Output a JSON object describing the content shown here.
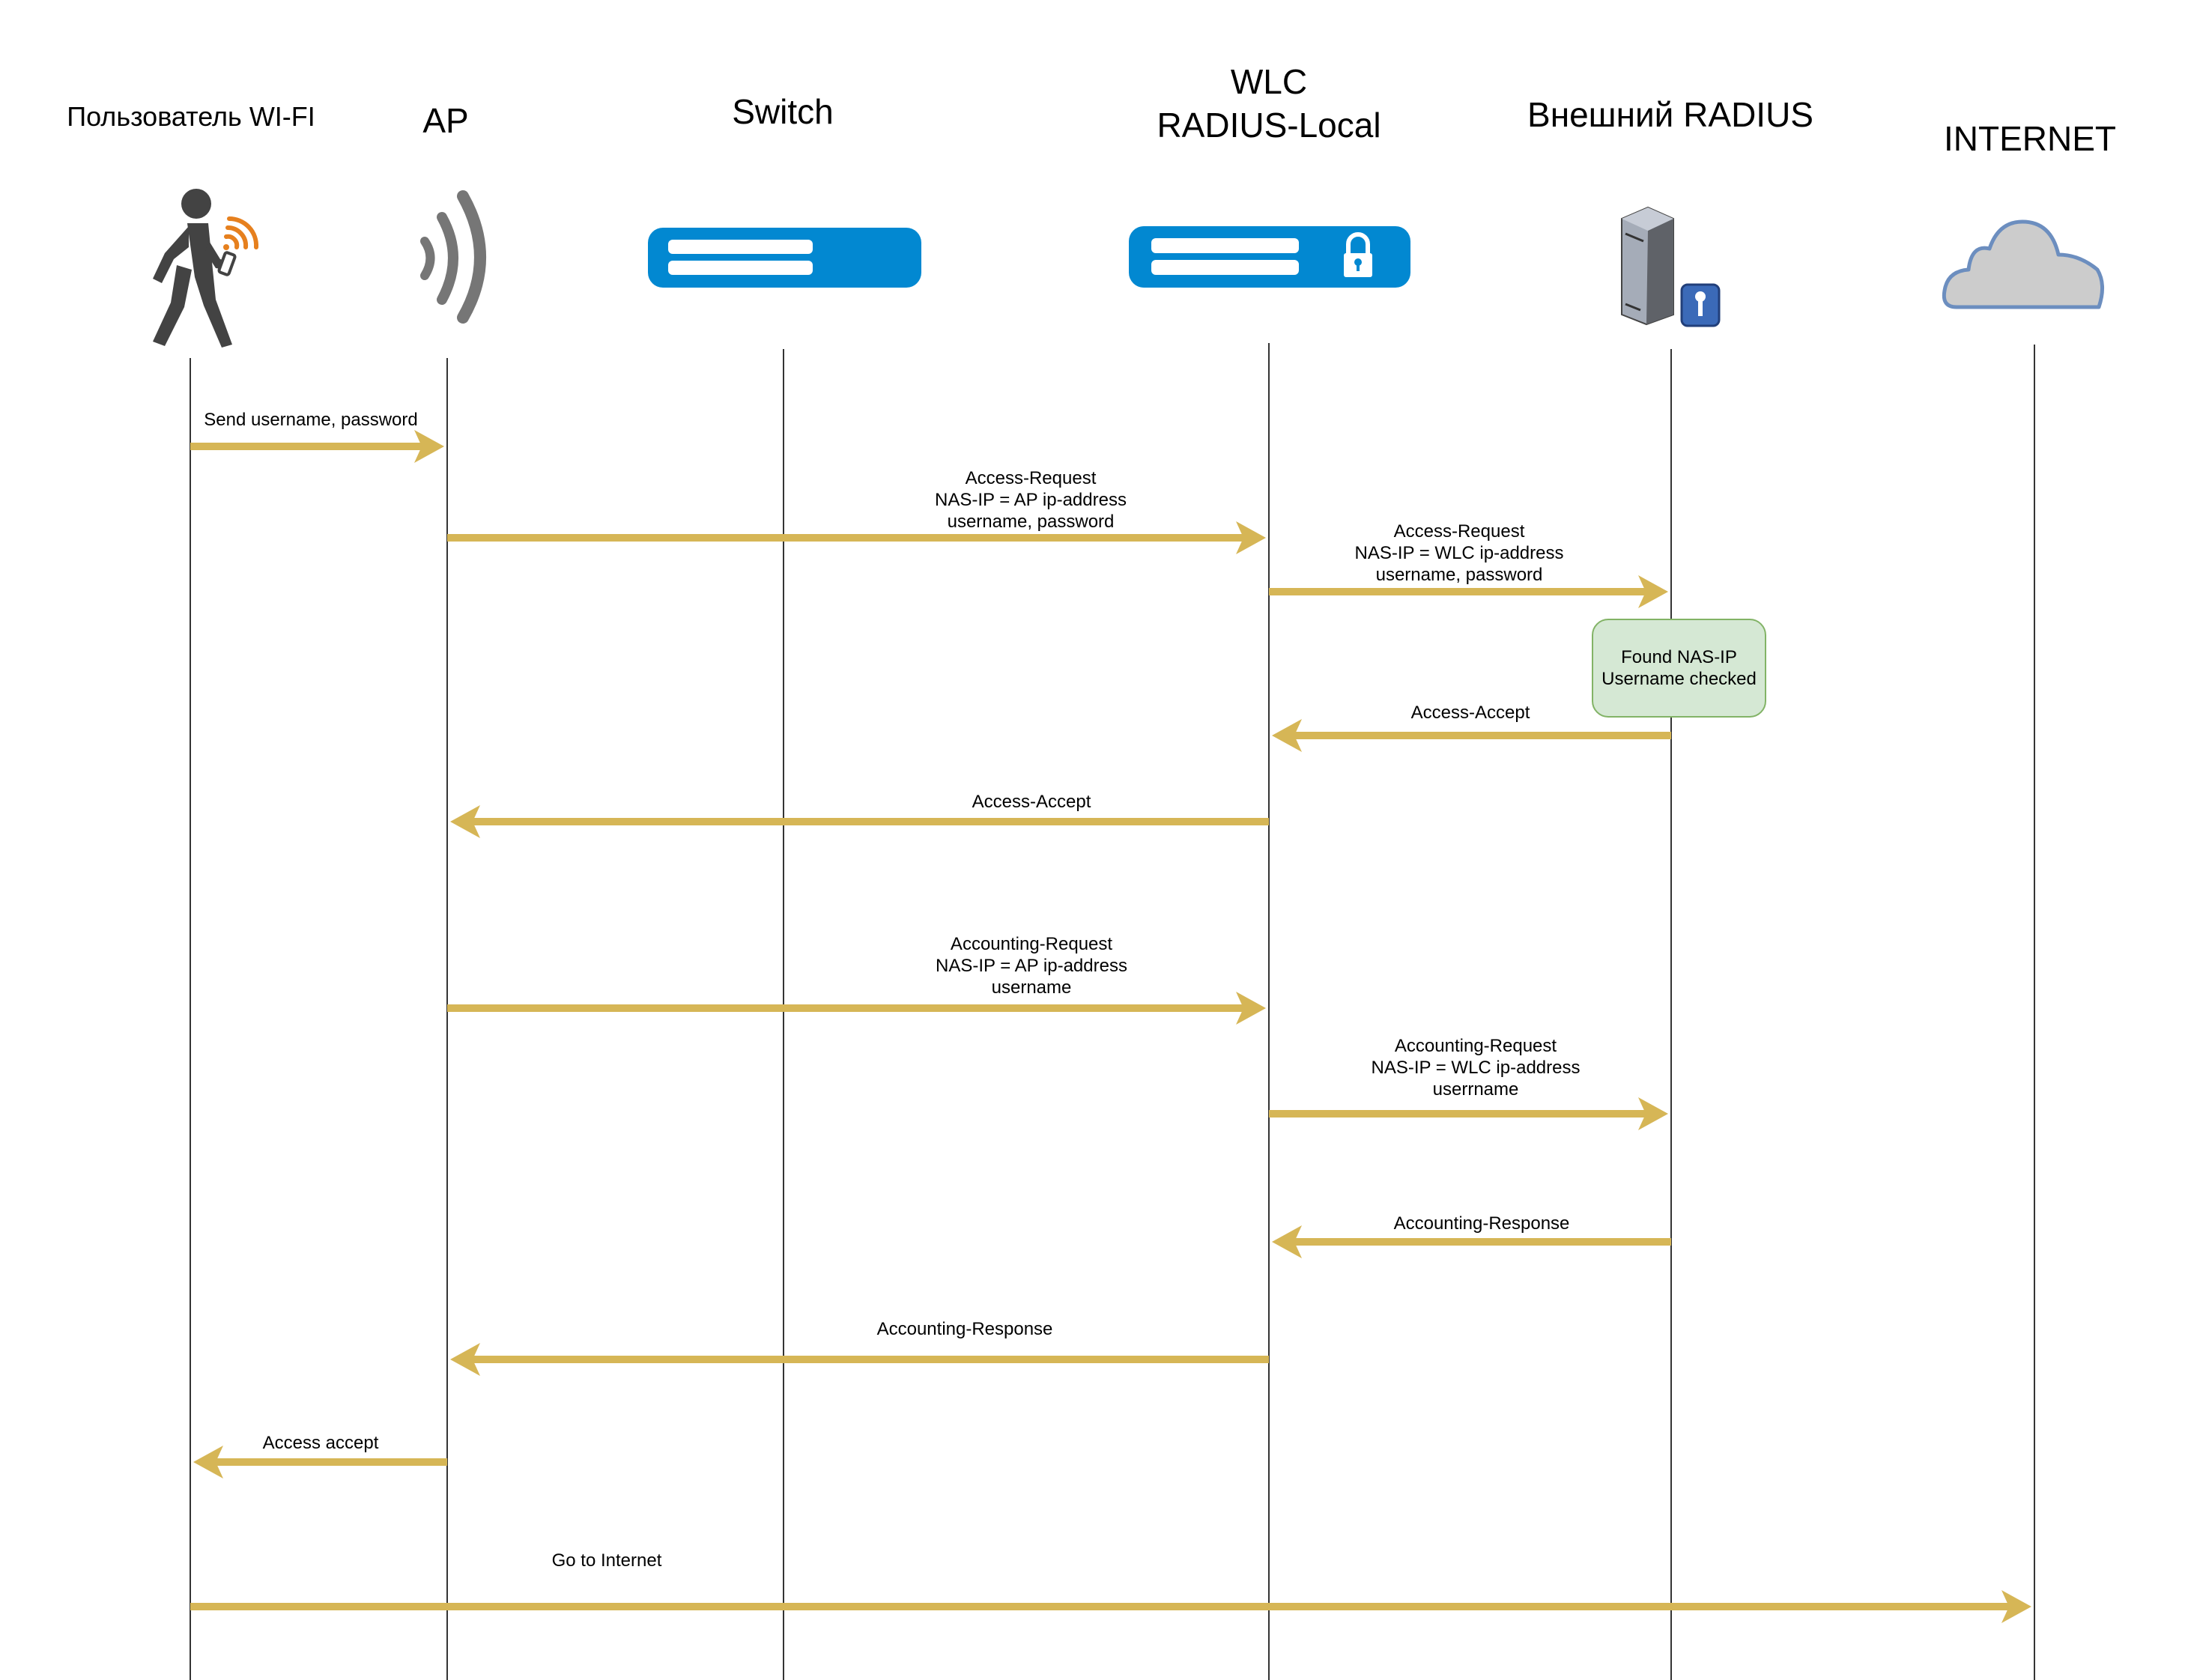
{
  "title": "Wi-Fi RADIUS authentication sequence",
  "colors": {
    "arrow": "#d6b656",
    "lifeline": "#000000",
    "device_blue": "#0288d1",
    "note_fill": "#d5e8d4",
    "note_border": "#82b366",
    "cloud_fill": "#cccccc",
    "cloud_border": "#6c8ebf"
  },
  "actors": [
    {
      "id": "user",
      "label": "Пользователь WI-FI",
      "icon": "walking-person-wifi-icon"
    },
    {
      "id": "ap",
      "label": "AP",
      "icon": "wireless-signal-icon"
    },
    {
      "id": "switch",
      "label": "Switch",
      "icon": "switch-icon"
    },
    {
      "id": "wlc",
      "label": "WLC\nRADIUS-Local",
      "icon": "locked-controller-icon"
    },
    {
      "id": "radius",
      "label": "Внешний RADIUS",
      "icon": "server-key-icon"
    },
    {
      "id": "internet",
      "label": "INTERNET",
      "icon": "cloud-icon"
    }
  ],
  "messages": [
    {
      "from": "user",
      "to": "ap",
      "label": "Send username, password"
    },
    {
      "from": "ap",
      "to": "wlc",
      "label": "Access-Request\nNAS-IP = AP ip-address\nusername, password"
    },
    {
      "from": "wlc",
      "to": "radius",
      "label": "Access-Request\nNAS-IP = WLC ip-address\nusername, password"
    },
    {
      "from": "radius",
      "to": "wlc",
      "label": "Access-Accept"
    },
    {
      "from": "wlc",
      "to": "ap",
      "label": "Access-Accept"
    },
    {
      "from": "ap",
      "to": "wlc",
      "label": "Accounting-Request\nNAS-IP = AP ip-address\nusername"
    },
    {
      "from": "wlc",
      "to": "radius",
      "label": "Accounting-Request\nNAS-IP = WLC ip-address\nuserrname"
    },
    {
      "from": "radius",
      "to": "wlc",
      "label": "Accounting-Response"
    },
    {
      "from": "wlc",
      "to": "ap",
      "label": "Accounting-Response"
    },
    {
      "from": "ap",
      "to": "user",
      "label": "Access accept"
    },
    {
      "from": "user",
      "to": "internet",
      "label": "Go to Internet"
    }
  ],
  "note": {
    "actor": "radius",
    "text": "Found NAS-IP\nUsername checked"
  }
}
